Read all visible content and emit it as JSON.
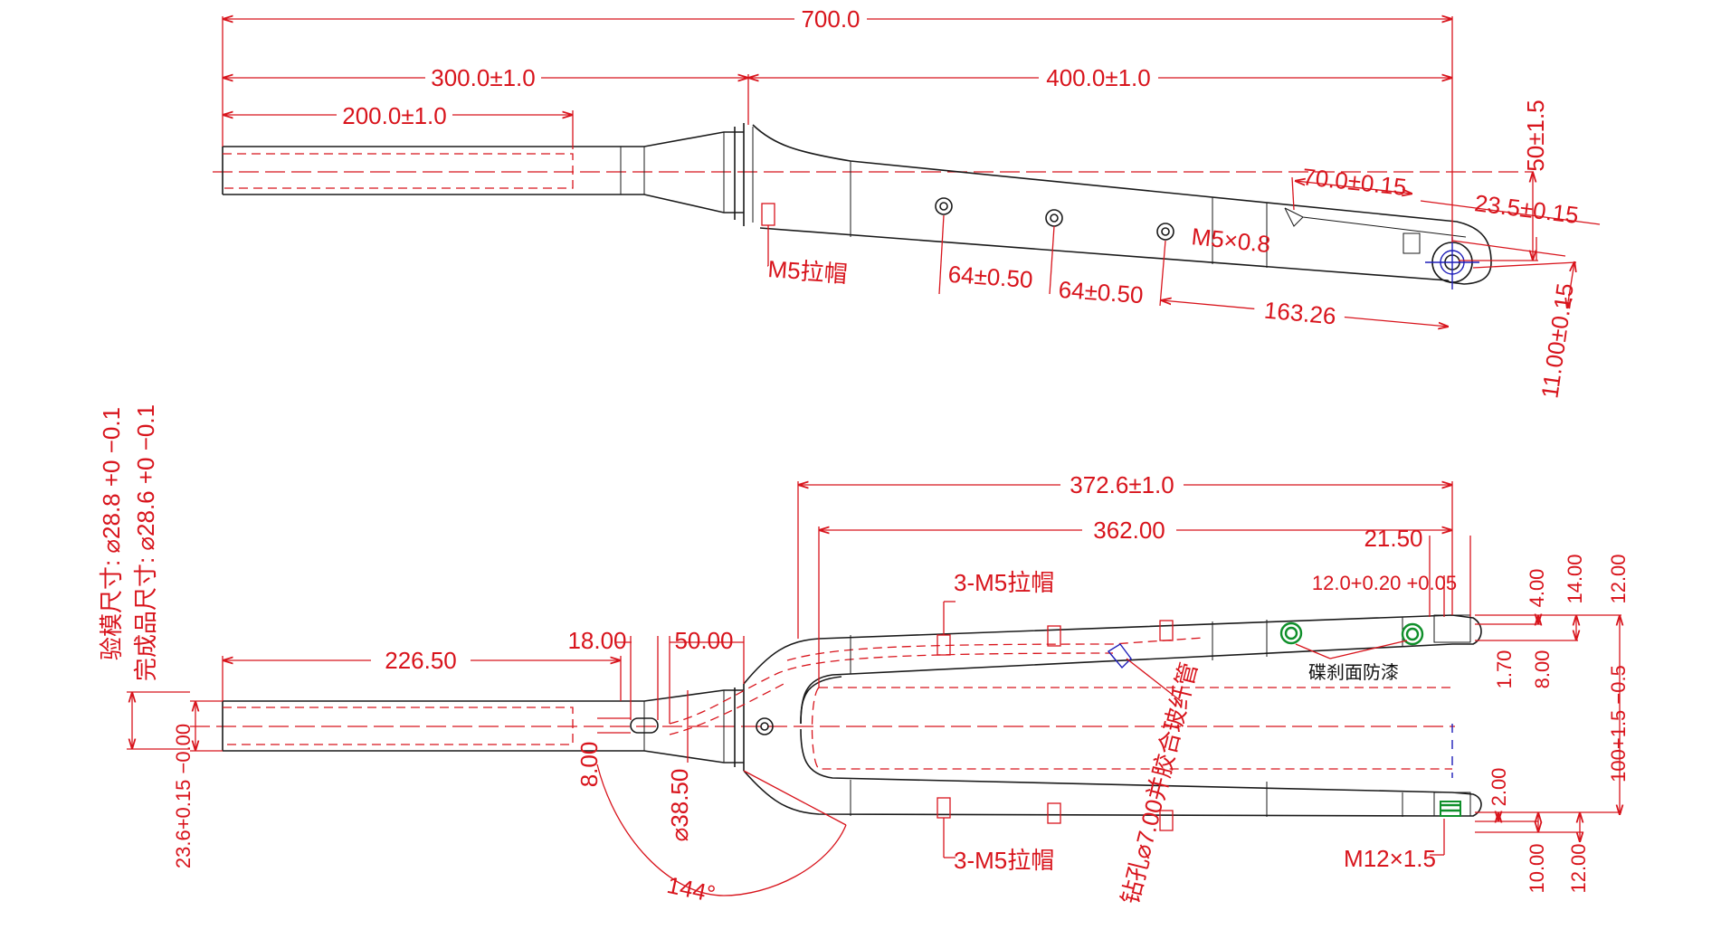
{
  "colors": {
    "dimension": "#d8141c",
    "outline": "#1a1a1a",
    "axle_marker": "#1d1db8",
    "brake_face_marker": "#0f8f2a"
  },
  "side_view": {
    "dims": {
      "overall": "700.0",
      "steerer_segment": "300.0±1.0",
      "blade_segment": "400.0±1.0",
      "steerer_inner": "200.0±1.0",
      "offset": "50±1.5",
      "mount_pos": "70.0±0.15",
      "dropout": "23.5±0.15",
      "dropout_depth": "11.00±0.15",
      "hole_pitch_1": "64±0.50",
      "hole_pitch_2": "64±0.50",
      "hole_to_axle": "163.26"
    },
    "notes": {
      "rivnut": "M5拉帽",
      "thread": "M5×0.8"
    }
  },
  "front_view": {
    "dims": {
      "length_total": "372.6±1.0",
      "length_inner": "362.00",
      "steerer_len": "226.50",
      "slot_a": "18.00",
      "slot_b": "50.00",
      "slot_width": "8.00",
      "crown_dia": "⌀38.50",
      "angle": "144°",
      "steerer_dia": "23.6+0.15 −0.00",
      "disc_a": "21.50",
      "disc_b": "12.0+0.20 +0.05",
      "d_4": "4.00",
      "d_14": "14.00",
      "d_12_top": "12.00",
      "d_1_70": "1.70",
      "d_8": "8.00",
      "axle_width": "100+1.5 −0.5",
      "d_2": "2.00",
      "d_10": "10.00",
      "d_12_bottom": "12.00"
    },
    "notes": {
      "rivnut_top": "3-M5拉帽",
      "rivnut_bottom": "3-M5拉帽",
      "axle_thread": "M12×1.5",
      "disc_paint": "碟刹面防漆",
      "drill_note": "钻孔⌀7.00并胶合玻纤管",
      "mold_size": "验模尺寸: ⌀28.8 +0 −0.1",
      "final_size": "完成品尺寸: ⌀28.6 +0 −0.1"
    }
  }
}
